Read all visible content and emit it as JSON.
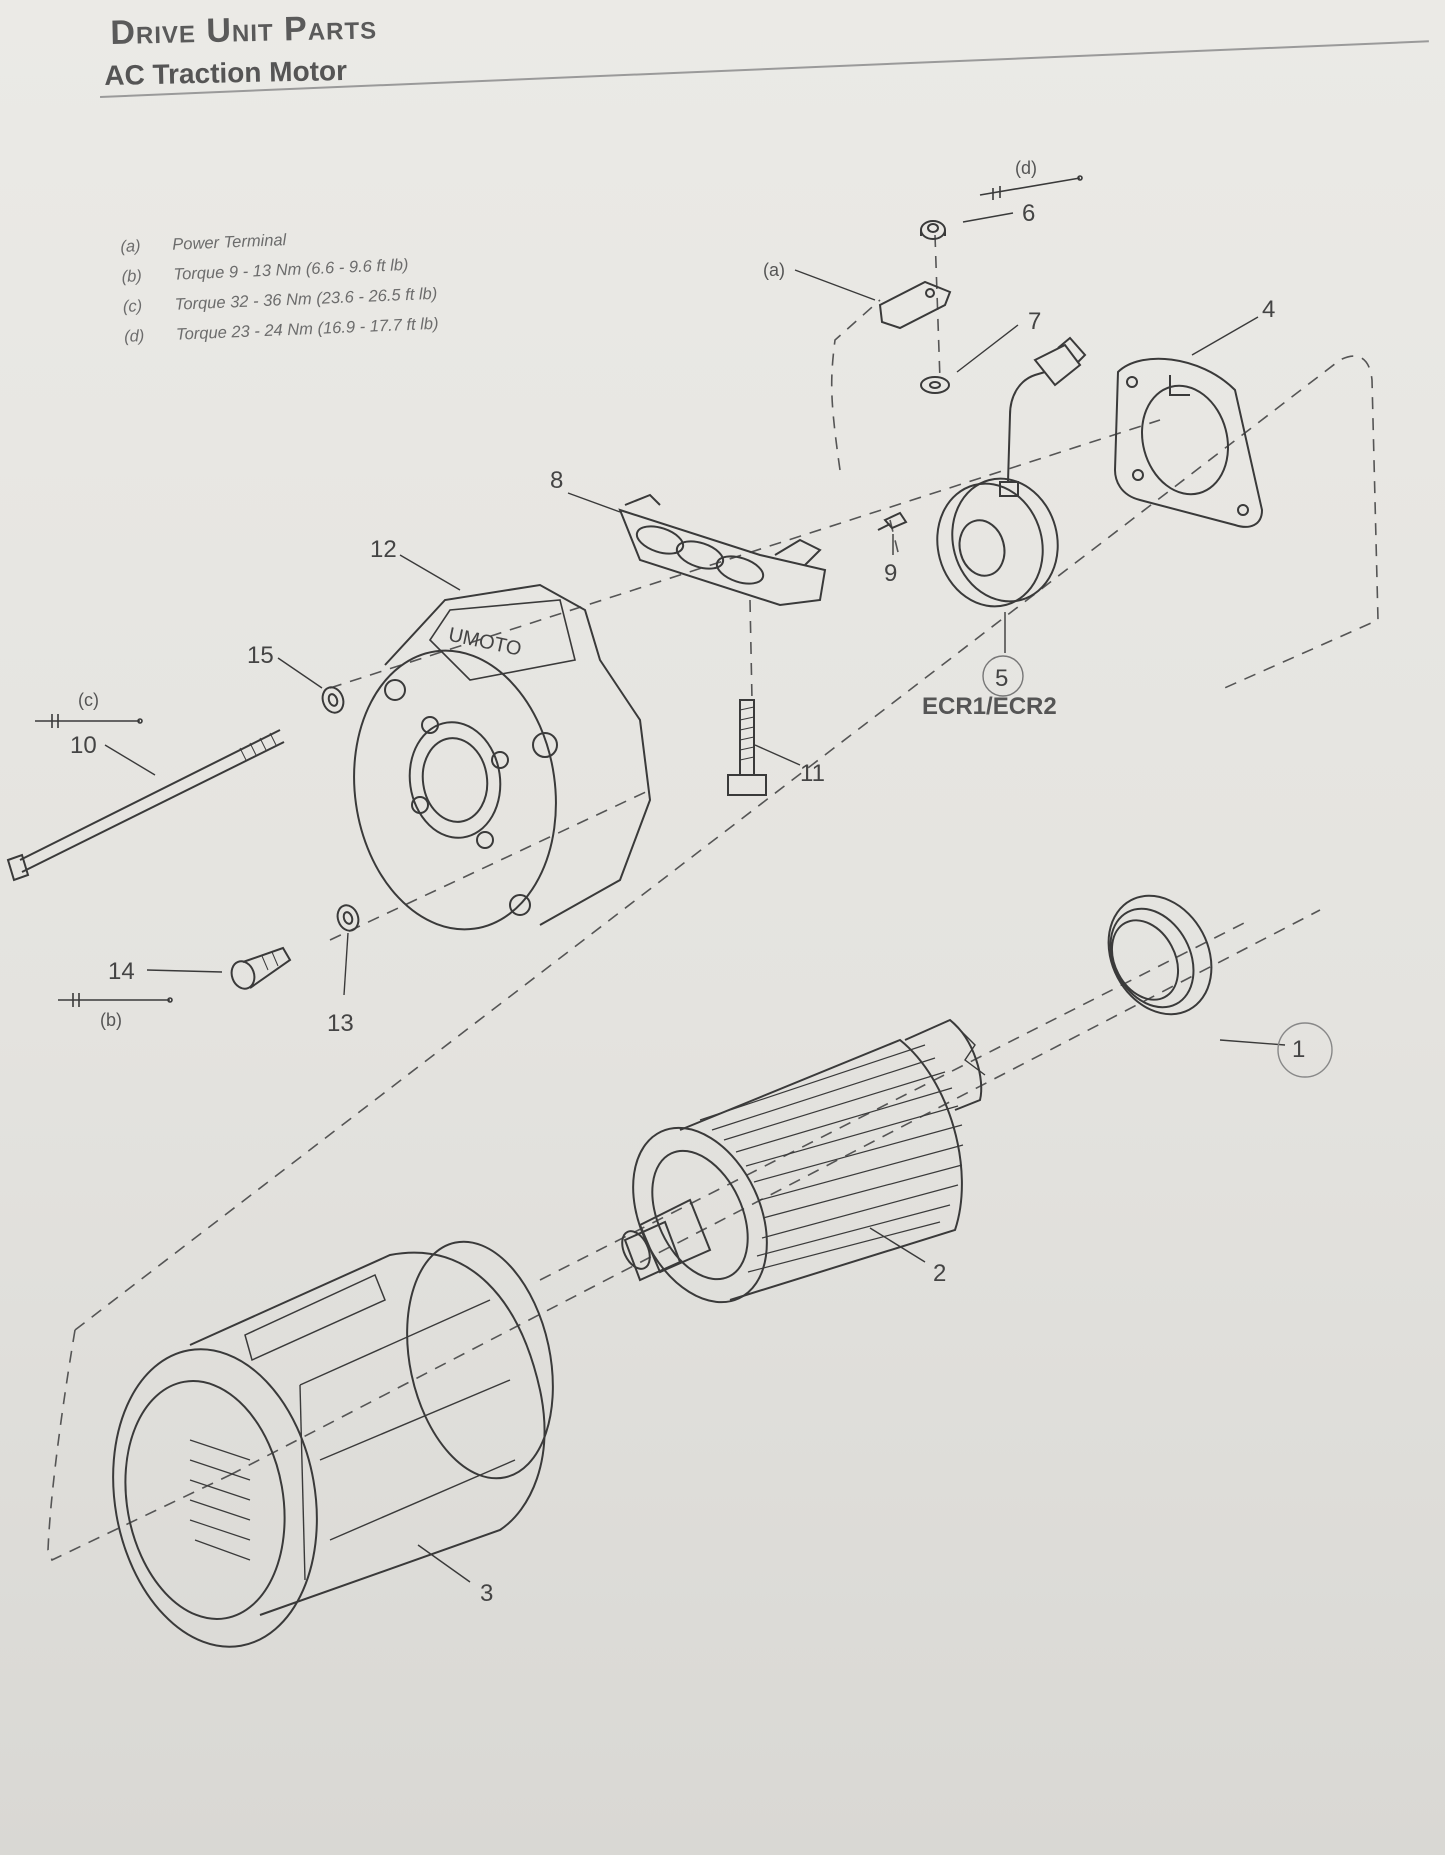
{
  "header": {
    "title": "Drive Unit Parts",
    "subtitle": "AC Traction Motor"
  },
  "notes": [
    {
      "key": "(a)",
      "text": "Power Terminal"
    },
    {
      "key": "(b)",
      "text": "Torque 9 - 13 Nm (6.6 - 9.6 ft lb)"
    },
    {
      "key": "(c)",
      "text": "Torque 32 - 36 Nm (23.6 - 26.5 ft lb)"
    },
    {
      "key": "(d)",
      "text": "Torque 23 - 24 Nm (16.9 - 17.7 ft lb)"
    }
  ],
  "callouts": {
    "p1": "1",
    "p2": "2",
    "p3": "3",
    "p4": "4",
    "p5": "5",
    "p6": "6",
    "p7": "7",
    "p8": "8",
    "p9": "9",
    "p10": "10",
    "p11": "11",
    "p12": "12",
    "p13": "13",
    "p14": "14",
    "p15": "15",
    "a": "(a)",
    "b": "(b)",
    "c": "(c)",
    "d": "(d)",
    "ecr": "ECR1/ECR2"
  },
  "markings": {
    "housing_logo": "UMOTO"
  },
  "colors": {
    "line": "#3a3a3a",
    "paper": "#e6e5e1",
    "text": "#444444"
  }
}
